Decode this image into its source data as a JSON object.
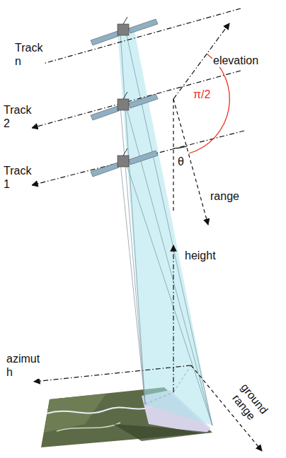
{
  "diagram": {
    "labels": [
      "Track n",
      "Track 2",
      "Track 1",
      "elevation",
      "π/2",
      "θ",
      "range",
      "height",
      "azimut h",
      "ground range"
    ]
  }
}
